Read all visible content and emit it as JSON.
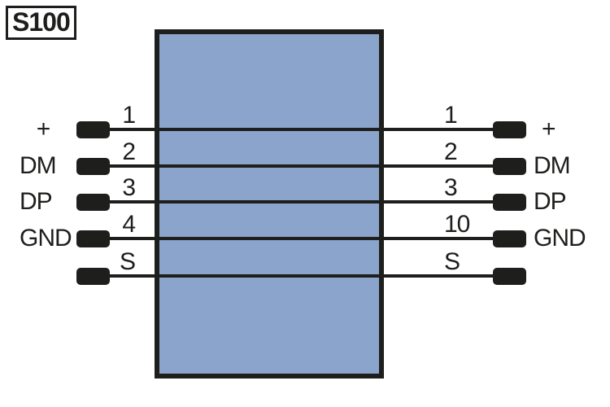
{
  "title": "S100",
  "colors": {
    "ink": "#1E1E1C",
    "device_fill": "#8BA4CB",
    "background": "#FFFFFF"
  },
  "device": {
    "description": "connector-body"
  },
  "rows": [
    {
      "left_label": "+",
      "left_pin_number": "1",
      "right_pin_number": "1",
      "right_label": "+"
    },
    {
      "left_label": "DM",
      "left_pin_number": "2",
      "right_pin_number": "2",
      "right_label": "DM"
    },
    {
      "left_label": "DP",
      "left_pin_number": "3",
      "right_pin_number": "3",
      "right_label": "DP"
    },
    {
      "left_label": "GND",
      "left_pin_number": "4",
      "right_pin_number": "10",
      "right_label": "GND"
    },
    {
      "left_label": "",
      "left_pin_number": "S",
      "right_pin_number": "S",
      "right_label": ""
    }
  ]
}
